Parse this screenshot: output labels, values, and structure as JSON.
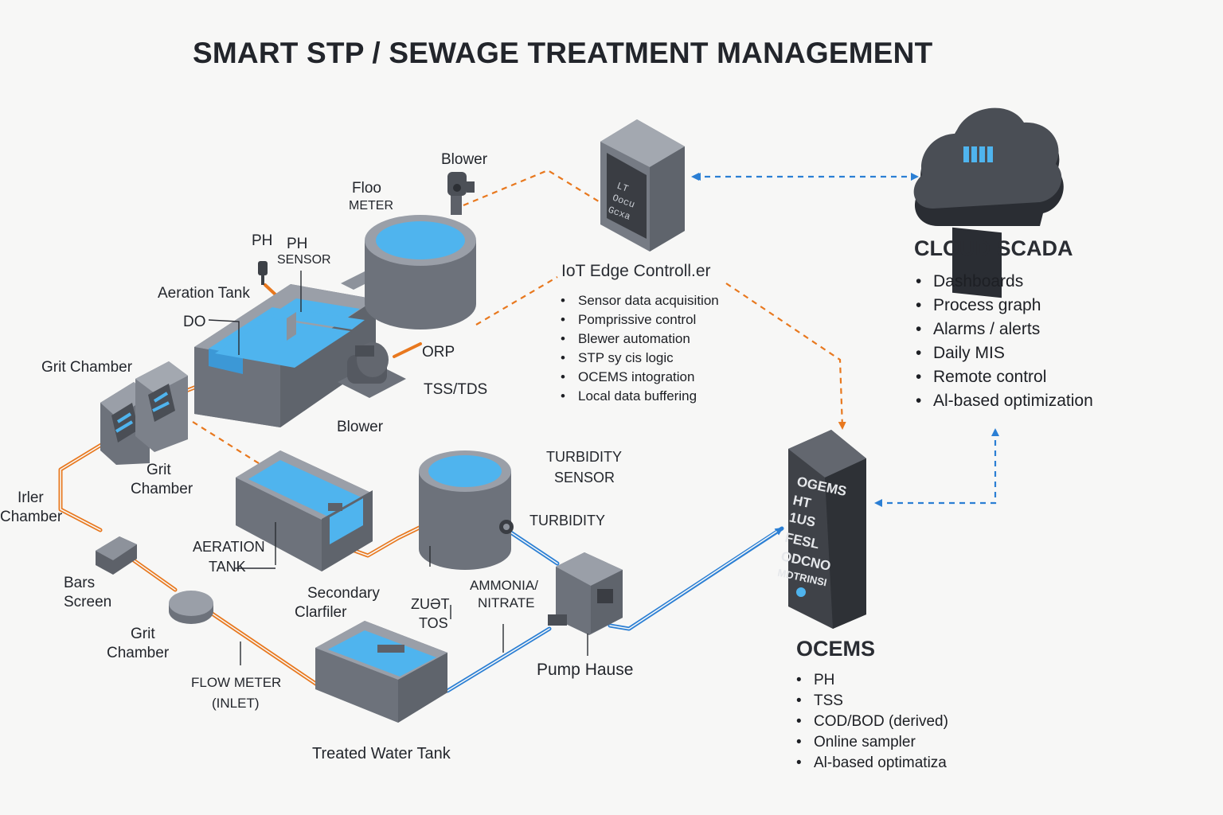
{
  "title": "SMART STP / SEWAGE TREATMENT MANAGEMENT",
  "colors": {
    "water": "#4fb4ee",
    "tank_body": "#767b84",
    "tank_top": "#9a9fa8",
    "orange_line": "#e8781e",
    "blue_line": "#2b7fd4",
    "dark_device": "#3a3d43"
  },
  "labels": {
    "blower_top": "Blower",
    "flow_meter_1": "Floo",
    "flow_meter_2": "METER",
    "ph": "PH",
    "ph_sensor_1": "PH",
    "ph_sensor_2": "SENSOR",
    "aeration_tank": "Aeration Tank",
    "do": "DO",
    "orp": "ORP",
    "tss_tds": "TSS/TDS",
    "blower_bottom": "Blower",
    "grit_chamber_top": "Grit Chamber",
    "grit_chamber_mid_1": "Grit",
    "grit_chamber_mid_2": "Chamber",
    "inlet_chamber_1": "Irler",
    "inlet_chamber_2": "Chamber",
    "bars_screen_1": "Bars",
    "bars_screen_2": "Screen",
    "grit_chamber_bottom_1": "Grit",
    "grit_chamber_bottom_2": "Chamber",
    "flow_meter_inlet_1": "FLOW METER",
    "flow_meter_inlet_2": "(INLET)",
    "aeration_tank_2_1": "AERATION",
    "aeration_tank_2_2": "TANK",
    "secondary_clarifier_1": "Secondary",
    "secondary_clarifier_2": "Clarfiler",
    "zuot_tos_1": "ZUƏT",
    "zuot_tos_2": "TOS",
    "ammonia_1": "AMMONIA/",
    "ammonia_2": "NITRATE",
    "turbidity_sensor_1": "TURBIDITY",
    "turbidity_sensor_2": "SENSOR",
    "turbidity": "TURBIDITY",
    "pump_house": "Pump Hause",
    "treated_water_tank": "Treated Water Tank"
  },
  "iot": {
    "title": "IoT Edge Controll.er",
    "device_text": [
      "LT",
      "Oocu",
      "Gcxa"
    ],
    "items": [
      "Sensor data acquisition",
      "Pomprissive control",
      "Blewer automation",
      "STP sy cis logic",
      "OCEMS intogration",
      "Local data buffering"
    ]
  },
  "cloud": {
    "title": "CLOUD SCADA",
    "items": [
      "Dashboards",
      "Process graph",
      "Alarms / alerts",
      "Daily MIS",
      "Remote control",
      "Al-based optimization"
    ]
  },
  "ocems": {
    "title": "OCEMS",
    "device_text": [
      "OGEMS",
      "HT",
      "1US",
      "FESL",
      "ODCNO",
      "MDTRINSI"
    ],
    "items": [
      "PH",
      "TSS",
      "COD/BOD (derived)",
      "Online sampler",
      "Al-based optimatiza"
    ]
  }
}
